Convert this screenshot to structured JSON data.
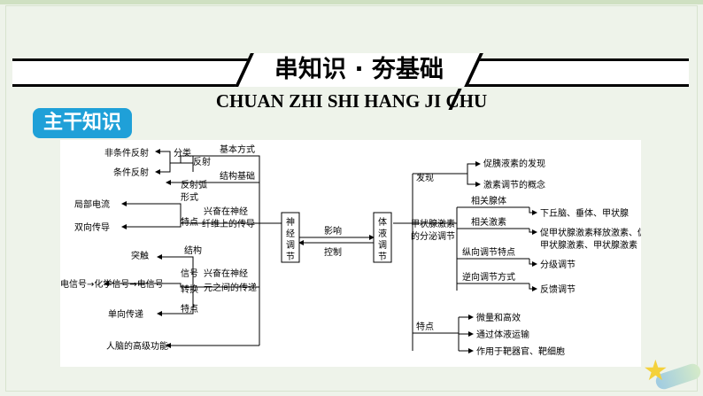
{
  "header": {
    "title": "串知识 · 夯基础",
    "pinyin": "CHUAN ZHI SHI HANG JI CHU",
    "badge": "主干知识"
  },
  "diagram": {
    "center": {
      "nerve": "神经调节",
      "humoral": "体液调节",
      "influence": "影响",
      "control": "控制"
    },
    "nerve": {
      "basic_mode": "基本方式",
      "reflex": "反射",
      "classification": "分类",
      "unconditioned": "非条件反射",
      "conditioned": "条件反射",
      "structural_basis": "结构基础",
      "reflex_arc": "反射弧",
      "on_fiber": "兴奋在神经纤维上的传导",
      "form": "形式",
      "local_current": "局部电流",
      "feature1": "特点",
      "bidirectional": "双向传导",
      "between_neurons": "兴奋在神经元之间的传递",
      "structure": "结构",
      "synapse": "突触",
      "signal_conversion": "信号转换",
      "signal_chain": "电信号→化学信号→电信号",
      "feature2": "特点",
      "unidirectional": "单向传递",
      "brain": "人脑的高级功能"
    },
    "humoral": {
      "discovery": "发现",
      "secretin": "促胰液素的发现",
      "hormone_concept": "激素调节的概念",
      "thyroid_line1": "甲状腺激素",
      "thyroid_line2": "的分泌调节",
      "glands": "相关腺体",
      "glands_value": "下丘脑、垂体、甲状腺",
      "hormones": "相关激素",
      "hormones_value_line1": "促甲状腺激素释放激素、促",
      "hormones_value_line2": "甲状腺激素、甲状腺激素",
      "vertical": "纵向调节特点",
      "graded": "分级调节",
      "reverse": "逆向调节方式",
      "feedback": "反馈调节",
      "features": "特点",
      "f1": "微量和高效",
      "f2": "通过体液运输",
      "f3": "作用于靶器官、靶细胞"
    }
  },
  "colors": {
    "badge": "#1fa0d8",
    "background": "#eef3ea",
    "star": "#f4d13b"
  }
}
